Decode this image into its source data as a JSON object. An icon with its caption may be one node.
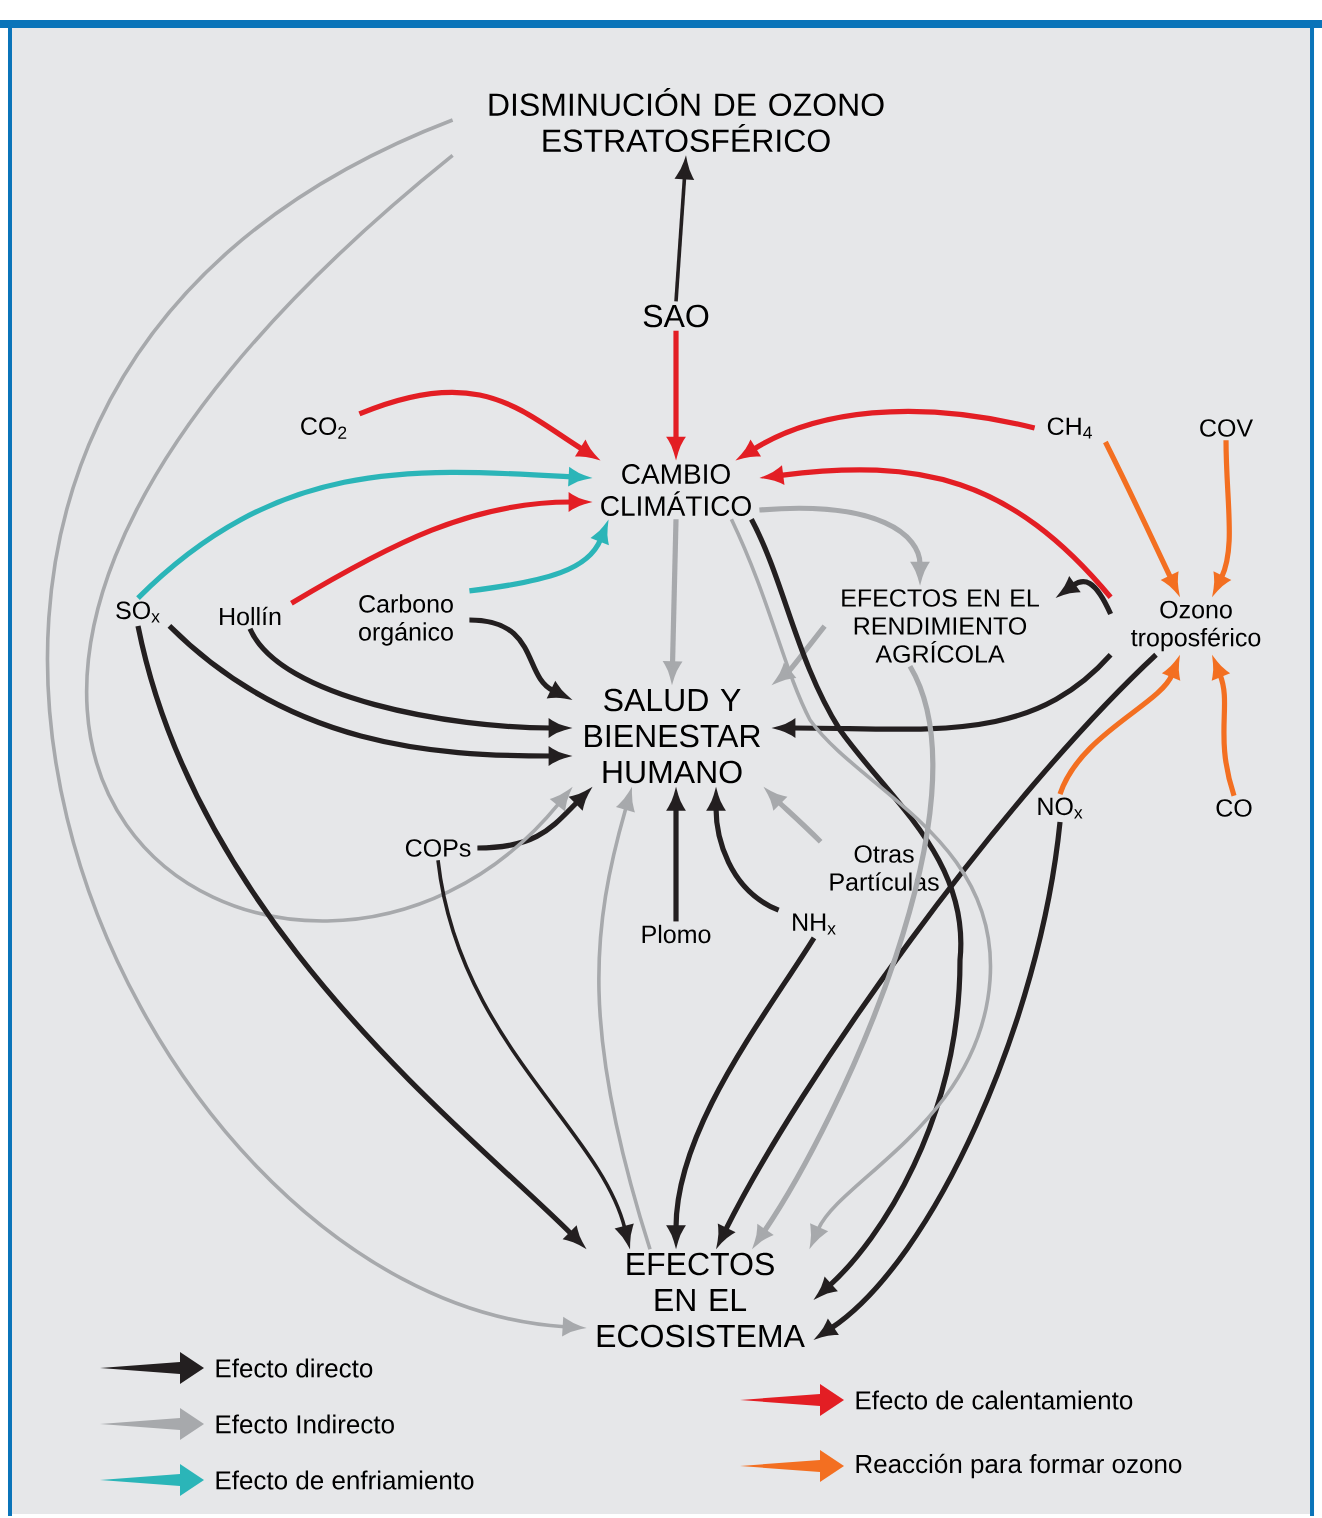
{
  "diagram": {
    "nodes": [
      {
        "text": [
          "DISMINUCIÓN DE OZONO ESTRATOSFÉRICO"
        ]
      },
      {
        "text": [
          "SAO"
        ]
      },
      {
        "text": [
          "CO$_{2}$"
        ]
      },
      {
        "text": [
          "CAMBIO CLIMÁTICO"
        ]
      },
      {
        "text": [
          "CH$_{4}$"
        ]
      },
      {
        "text": [
          "COV"
        ]
      },
      {
        "text": [
          "SO$_{x}$"
        ]
      },
      {
        "text": [
          "Hollín"
        ]
      },
      {
        "text": [
          "Carbono orgánico"
        ]
      },
      {
        "text": [
          "EFECTOS EN EL RENDIMIENTO AGRÍCOLA"
        ]
      },
      {
        "text": [
          "Ozono troposférico"
        ]
      },
      {
        "text": [
          "SALUD Y BIENESTAR HUMANO"
        ]
      },
      {
        "text": [
          "COPs"
        ]
      },
      {
        "text": [
          "Otras Partículas"
        ]
      },
      {
        "text": [
          "NO$_{x}$"
        ]
      },
      {
        "text": [
          "CO"
        ]
      },
      {
        "text": [
          "Plomo"
        ]
      },
      {
        "text": [
          "NH$_{x}$"
        ]
      },
      {
        "text": [
          "EFECTOS EN EL ECOSISTEMA"
        ]
      }
    ],
    "edges": [
      {
        "from": 1,
        "to": 0,
        "arrow": "to"
      },
      {
        "from": 1,
        "to": 3,
        "arrow": "to",
        "color": "#e31e24"
      },
      {
        "from": 2,
        "to": 3,
        "arrow": "to",
        "color": "#e31e24"
      },
      {
        "from": 4,
        "to": 3,
        "arrow": "to",
        "color": "#e31e24"
      },
      {
        "from": 10,
        "to": 3,
        "arrow": "to",
        "color": "#e31e24"
      },
      {
        "from": 6,
        "to": 3,
        "arrow": "to",
        "color": "#2bb5b8"
      },
      {
        "from": 7,
        "to": 3,
        "arrow": "to",
        "color": "#e31e24"
      },
      {
        "from": 8,
        "to": 3,
        "arrow": "to",
        "color": "#2bb5b8"
      },
      {
        "from": 5,
        "to": 10,
        "arrow": "to",
        "color": "#f36f21"
      },
      {
        "from": 4,
        "to": 10,
        "arrow": "to",
        "color": "#f36f21"
      },
      {
        "from": 14,
        "to": 10,
        "arrow": "to",
        "color": "#f36f21"
      },
      {
        "from": 15,
        "to": 10,
        "arrow": "to",
        "color": "#f36f21"
      },
      {
        "from": 3,
        "to": 9,
        "arrow": "to",
        "color": "#a7a9ac"
      },
      {
        "from": 3,
        "to": 11,
        "arrow": "to",
        "color": "#a7a9ac"
      },
      {
        "from": 10,
        "to": 9,
        "arrow": "to"
      },
      {
        "from": 8,
        "to": 11,
        "arrow": "to"
      },
      {
        "from": 7,
        "to": 11,
        "arrow": "to"
      },
      {
        "from": 6,
        "to": 11,
        "arrow": "to"
      },
      {
        "from": 10,
        "to": 11,
        "arrow": "to"
      },
      {
        "from": 12,
        "to": 11,
        "arrow": "to"
      },
      {
        "from": 16,
        "to": 11,
        "arrow": "to"
      },
      {
        "from": 17,
        "to": 11,
        "arrow": "to"
      },
      {
        "from": 13,
        "to": 11,
        "arrow": "to",
        "color": "#a7a9ac"
      },
      {
        "from": 9,
        "to": 11,
        "arrow": "to",
        "color": "#a7a9ac"
      },
      {
        "from": 0,
        "to": 18,
        "arrow": "to",
        "color": "#a7a9ac"
      },
      {
        "from": 0,
        "to": 11,
        "arrow": "to",
        "color": "#a7a9ac"
      },
      {
        "from": 18,
        "to": 11,
        "arrow": "to",
        "color": "#a7a9ac"
      },
      {
        "from": 6,
        "to": 18,
        "arrow": "to"
      },
      {
        "from": 12,
        "to": 18,
        "arrow": "to"
      },
      {
        "from": 17,
        "to": 18,
        "arrow": "to"
      },
      {
        "from": 10,
        "to": 18,
        "arrow": "to"
      },
      {
        "from": 3,
        "to": 18,
        "arrow": "to"
      },
      {
        "from": 3,
        "to": 18,
        "arrow": "to",
        "color": "#a7a9ac"
      },
      {
        "from": 14,
        "to": 18,
        "arrow": "to"
      },
      {
        "from": 9,
        "to": 18,
        "arrow": "to",
        "color": "#a7a9ac"
      }
    ],
    "legend": [
      {
        "text": "Efecto directo",
        "color": "#231f20"
      },
      {
        "text": "Efecto Indirecto",
        "color": "#a7a9ac"
      },
      {
        "text": "Efecto de enfriamiento",
        "color": "#2bb5b8"
      },
      {
        "text": "Efecto de calentamiento",
        "color": "#e31e24"
      },
      {
        "text": "Reacción para formar ozono",
        "color": "#f36f21"
      }
    ]
  }
}
